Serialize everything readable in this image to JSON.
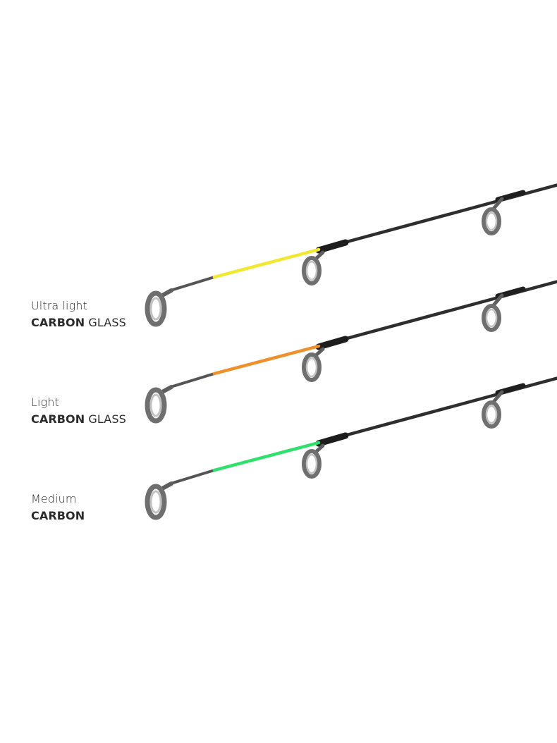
{
  "tips": [
    {
      "name_line": "Ultra light",
      "material_bold": "CARBON",
      "material_light": "GLASS",
      "tip_color": "#f2e830"
    },
    {
      "name_line": "Light",
      "material_bold": "CARBON",
      "material_light": "GLASS",
      "tip_color": "#f0902a"
    },
    {
      "name_line": "Medium",
      "material_bold": "CARBON",
      "material_light": "",
      "tip_color": "#2fe06a"
    }
  ],
  "colors": {
    "background": "#ffffff",
    "blank_dark": "#2e2e2e",
    "blank_grey": "#555555",
    "guide_frame": "#6f6f6f",
    "guide_ring": "#b9b9b9"
  }
}
